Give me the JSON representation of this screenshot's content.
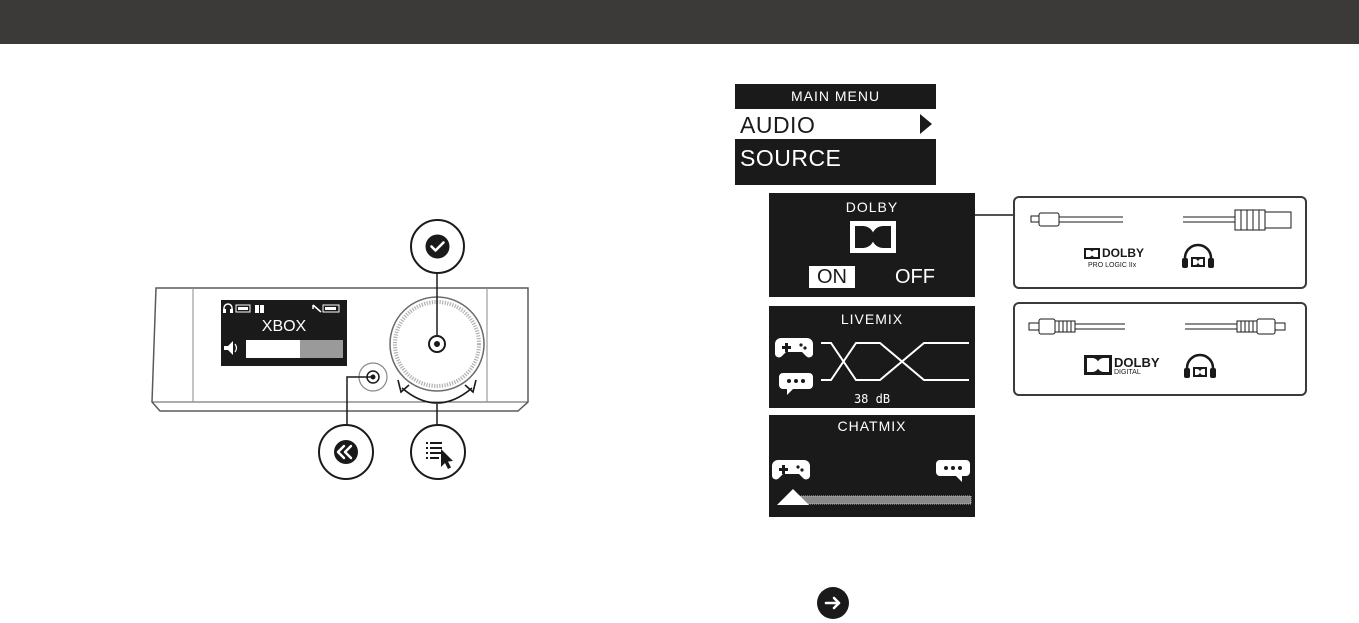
{
  "device": {
    "display_source": "XBOX"
  },
  "menu": {
    "title": "MAIN MENU",
    "items": [
      "AUDIO",
      "SOURCE"
    ]
  },
  "dolby_screen": {
    "title": "DOLBY",
    "on_label": "ON",
    "off_label": "OFF"
  },
  "livemix_screen": {
    "title": "LIVEMIX",
    "value": "38 dB"
  },
  "chatmix_screen": {
    "title": "CHATMIX"
  },
  "connections": {
    "usb": {
      "logo_word": "DOLBY",
      "logo_sub": "PRO LOGIC IIx"
    },
    "optical": {
      "logo_word": "DOLBY",
      "logo_sub": "DIGITAL"
    }
  },
  "icons": {
    "confirm": "check-icon",
    "back": "double-chevron-left-icon",
    "menu": "menu-cursor-icon",
    "next": "arrow-right-icon"
  }
}
